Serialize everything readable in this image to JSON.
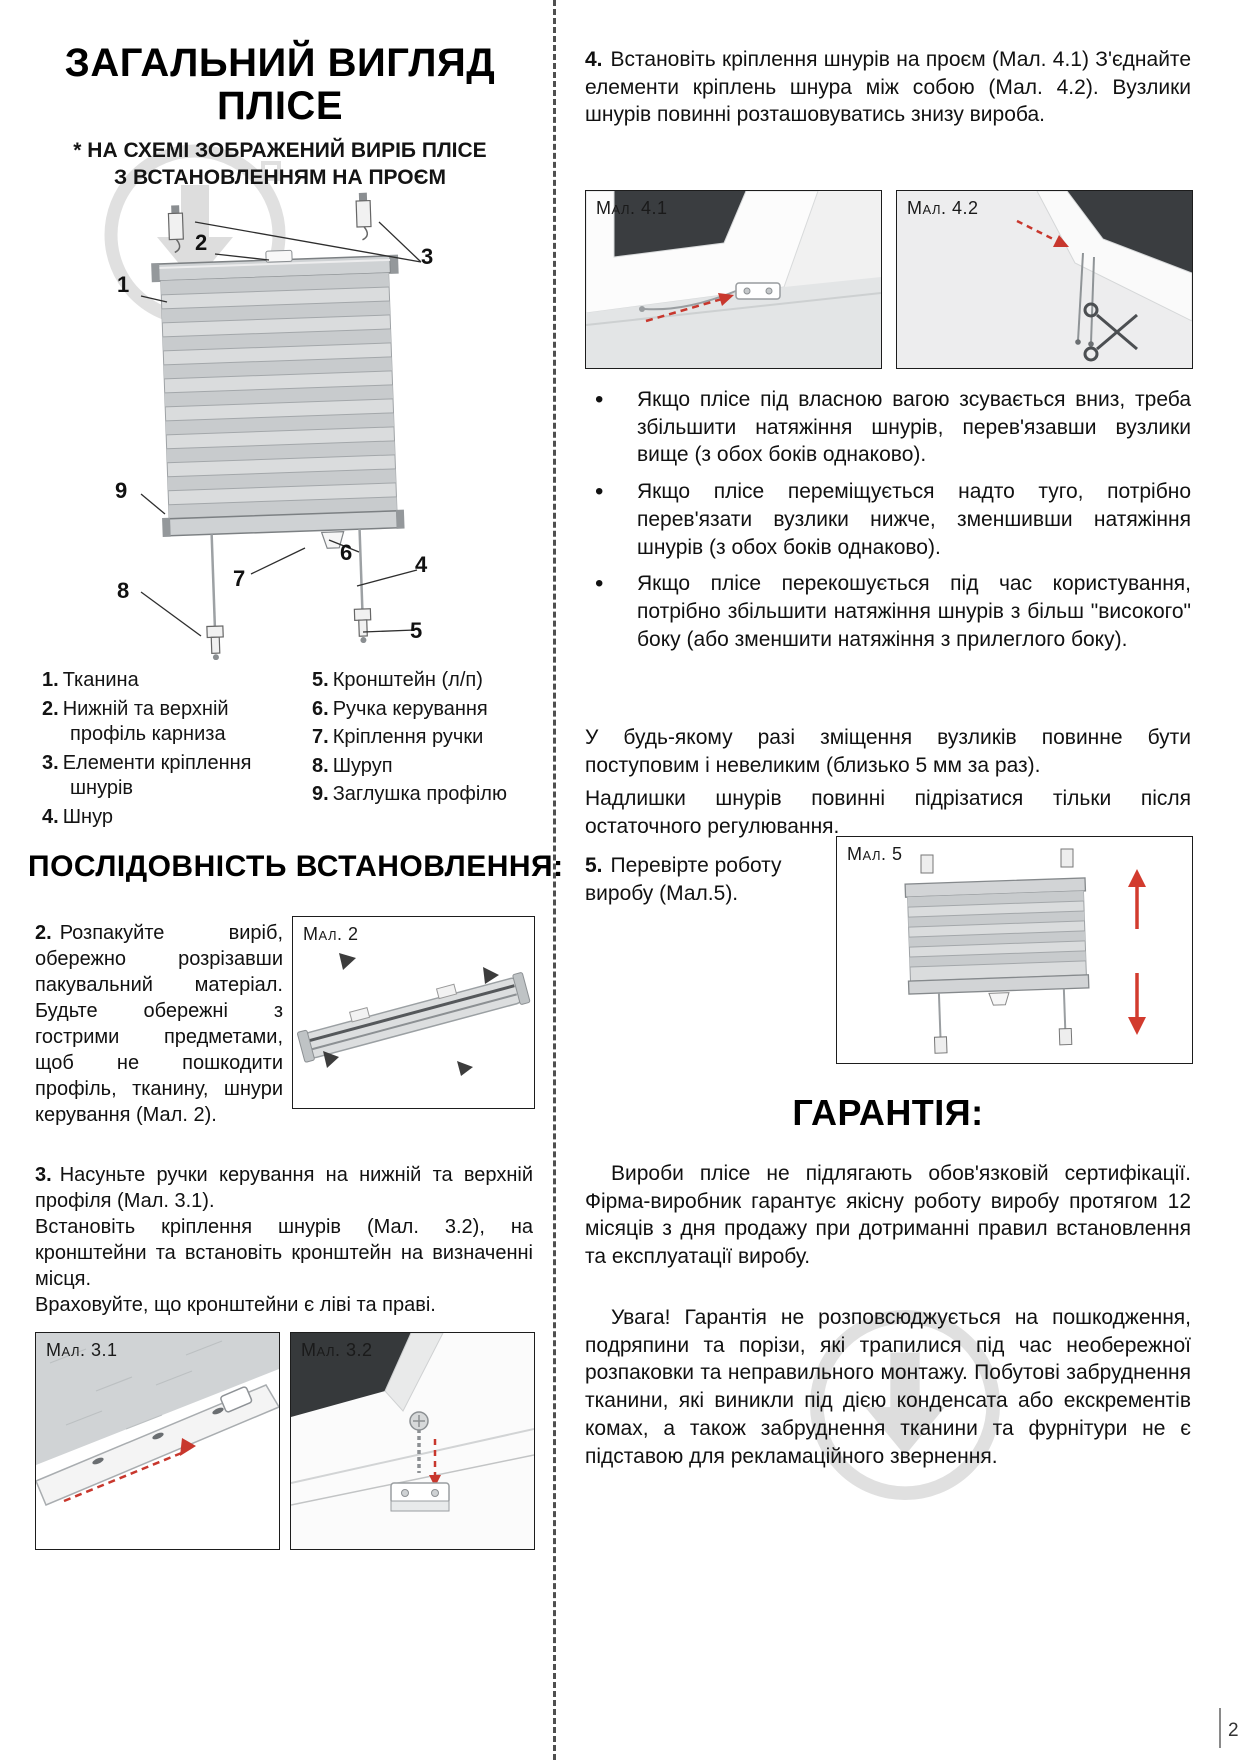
{
  "page": {
    "number": "2"
  },
  "left": {
    "title_line1": "ЗАГАЛЬНИЙ ВИГЛЯД",
    "title_line2": "ПЛІСЕ",
    "subtitle_line1": "* НА СХЕМІ ЗОБРАЖЕНИЙ ВИРІБ ПЛІСЕ",
    "subtitle_line2": "З ВСТАНОВЛЕННЯМ НА ПРОЄМ",
    "diagram": {
      "callouts": [
        "1",
        "2",
        "3",
        "4",
        "5",
        "6",
        "7",
        "8",
        "9"
      ]
    },
    "legend_left": [
      {
        "num": "1.",
        "text": "Тканина"
      },
      {
        "num": "2.",
        "text": "Нижній та верхній профіль карниза"
      },
      {
        "num": "3.",
        "text": "Елементи кріплення шнурів"
      },
      {
        "num": "4.",
        "text": "Шнур"
      }
    ],
    "legend_right": [
      {
        "num": "5.",
        "text": "Кронштейн (л/п)"
      },
      {
        "num": "6.",
        "text": "Ручка керування"
      },
      {
        "num": "7.",
        "text": "Кріплення ручки"
      },
      {
        "num": "8.",
        "text": "Шуруп"
      },
      {
        "num": "9.",
        "text": "Заглушка профілю"
      }
    ],
    "section_title": "ПОСЛІДОВНІСТЬ ВСТАНОВЛЕННЯ:",
    "step2": {
      "num": "2.",
      "text": "Розпакуйте виріб, обережно розрізавши пакувальний матеріал. Будьте обережні з гострими предметами, щоб не пошкодити профіль, тканину, шнури керування (Мал. 2)."
    },
    "fig2_label": "Мал. 2",
    "step3": {
      "num": "3.",
      "line1": "Насуньте ручки керування на нижній та верхній профіля (Мал. 3.1).",
      "line2": "Встановіть кріплення шнурів (Мал. 3.2), на кронштейни та встановіть кронштейн на визначенні місця.",
      "line3": "Враховуйте, що кронштейни є ліві та праві."
    },
    "fig31_label": "Мал. 3.1",
    "fig32_label": "Мал. 3.2"
  },
  "right": {
    "step4": {
      "num": "4.",
      "text": "Встановіть кріплення шнурів на проєм (Мал. 4.1) З'єднайте елементи кріплень шнура між собою (Мал. 4.2). Вузлики шнурів повинні розташовуватись знизу вироба."
    },
    "fig41_label": "Мал. 4.1",
    "fig42_label": "Мал. 4.2",
    "bullets": [
      "Якщо плісе під власною вагою зсувається вниз, треба збільшити натяжіння шнурів, перев'язавши вузлики вище (з обох боків однаково).",
      "Якщо плісе переміщується надто туго, потрібно перев'язати вузлики нижче, зменшивши натяжіння шнурів (з обох боків однаково).",
      "Якщо плісе перекошується під час користування, потрібно збільшити натяжіння шнурів з більш \"високого\" боку (або зменшити натяжіння з прилеглого боку)."
    ],
    "note_line1": "У будь-якому разі зміщення вузликів повинне бути поступовим і невеликим (близько 5 мм за раз).",
    "note_line2": "Надлишки шнурів повинні підрізатися тільки після остаточного регулювання.",
    "step5": {
      "num": "5.",
      "text": "Перевірте роботу виробу (Мал.5)."
    },
    "fig5_label": "Мал. 5",
    "warranty_title": "ГАРАНТІЯ:",
    "warranty_p1": "Вироби плісе не підлягають обов'язковій сертифікації. Фірма-виробник гарантує якісну роботу виробу протягом 12 місяців з дня продажу при дотриманні правил встановлення та експлуатації виробу.",
    "warranty_p2": "Увага! Гарантія не розповсюджується на пошкодження, подряпини та порізи, які трапилися під час необережної розпаковки та неправильного монтажу. Побутові забруднення тканини, які виникли під дією конденсата або екскрементів комах, а також забруднення тканини та фурнітури не є підставою для рекламаційного звернення."
  },
  "colors": {
    "accent_red": "#c8372d"
  }
}
